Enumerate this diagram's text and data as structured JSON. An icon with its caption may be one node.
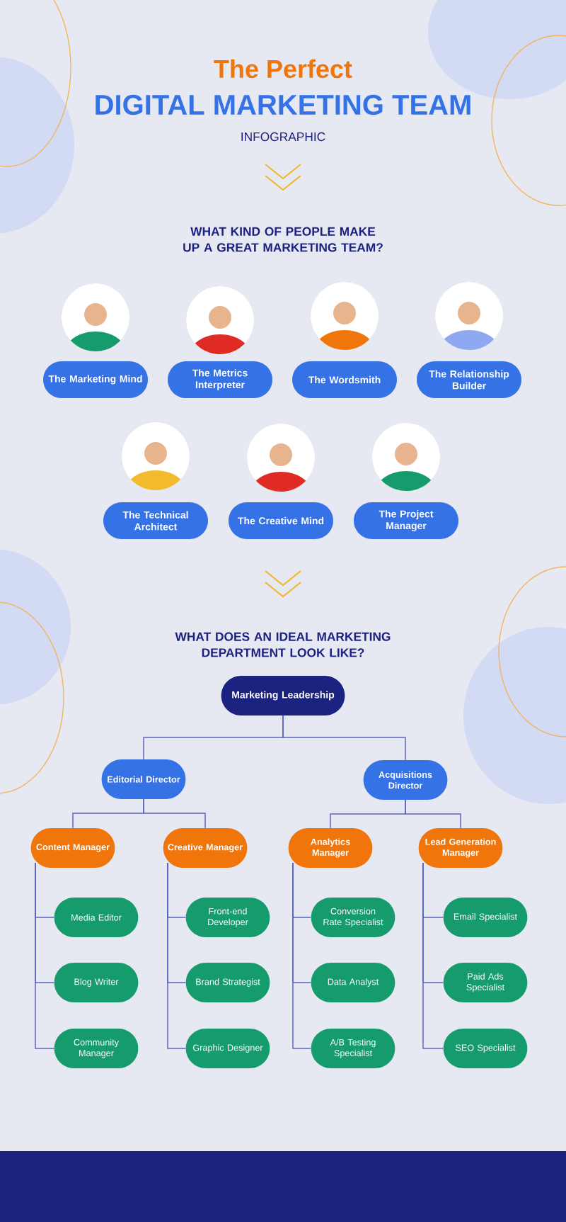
{
  "diagram": {
    "title": "The Perfect",
    "nodes": [
      {
        "text": [
          "The Marketing Mind"
        ]
      },
      {
        "text": [
          "The Metrics Interpreter"
        ]
      },
      {
        "text": [
          "The Wordsmith"
        ]
      },
      {
        "text": [
          "The Relationship Builder"
        ]
      },
      {
        "text": [
          "The Technical Architect"
        ]
      },
      {
        "text": [
          "The Creative Mind"
        ]
      },
      {
        "text": [
          "The Project Manager"
        ]
      },
      {
        "text": [
          "Marketing Leadership"
        ]
      },
      {
        "text": [
          "Editorial Director"
        ]
      },
      {
        "text": [
          "Acquisitions Director"
        ]
      },
      {
        "text": [
          "Content Manager"
        ]
      },
      {
        "text": [
          "Creative Manager"
        ]
      },
      {
        "text": [
          "Analytics Manager"
        ]
      },
      {
        "text": [
          "Lead Generation Manager"
        ]
      },
      {
        "text": [
          "Media Editor"
        ]
      },
      {
        "text": [
          "Blog Writer"
        ]
      },
      {
        "text": [
          "Community Manager"
        ]
      },
      {
        "text": [
          "Front-end Developer"
        ]
      },
      {
        "text": [
          "Brand Strategist"
        ]
      },
      {
        "text": [
          "Graphic Designer"
        ]
      },
      {
        "text": [
          "Conversion Rate Specialist"
        ]
      },
      {
        "text": [
          "Data Analyst"
        ]
      },
      {
        "text": [
          "A/B Testing Specialist"
        ]
      },
      {
        "text": [
          "Email Specialist"
        ]
      },
      {
        "text": [
          "Paid Ads Specialist"
        ]
      },
      {
        "text": [
          "SEO Specialist"
        ]
      }
    ],
    "edges": [
      {
        "from": 7,
        "to": 8,
        "arrow": "none"
      },
      {
        "from": 7,
        "to": 9,
        "arrow": "none"
      },
      {
        "from": 8,
        "to": 10,
        "arrow": "none"
      },
      {
        "from": 8,
        "to": 11,
        "arrow": "none"
      },
      {
        "from": 9,
        "to": 12,
        "arrow": "none"
      },
      {
        "from": 9,
        "to": 13,
        "arrow": "none"
      },
      {
        "from": 10,
        "to": 14,
        "arrow": "none"
      },
      {
        "from": 10,
        "to": 15,
        "arrow": "none"
      },
      {
        "from": 10,
        "to": 16,
        "arrow": "none"
      },
      {
        "from": 11,
        "to": 17,
        "arrow": "none"
      },
      {
        "from": 11,
        "to": 18,
        "arrow": "none"
      },
      {
        "from": 11,
        "to": 19,
        "arrow": "none"
      },
      {
        "from": 12,
        "to": 20,
        "arrow": "none"
      },
      {
        "from": 12,
        "to": 21,
        "arrow": "none"
      },
      {
        "from": 12,
        "to": 22,
        "arrow": "none"
      },
      {
        "from": 13,
        "to": 23,
        "arrow": "none"
      },
      {
        "from": 13,
        "to": 24,
        "arrow": "none"
      },
      {
        "from": 13,
        "to": 25,
        "arrow": "none"
      }
    ],
    "labels": [
      "DIGITAL MARKETING TEAM",
      "INFOGRAPHIC",
      "WHAT KIND OF PEOPLE MAKE UP A GREAT MARKETING TEAM?",
      "WHAT DOES AN IDEAL MARKETING DEPARTMENT LOOK LIKE?"
    ]
  }
}
